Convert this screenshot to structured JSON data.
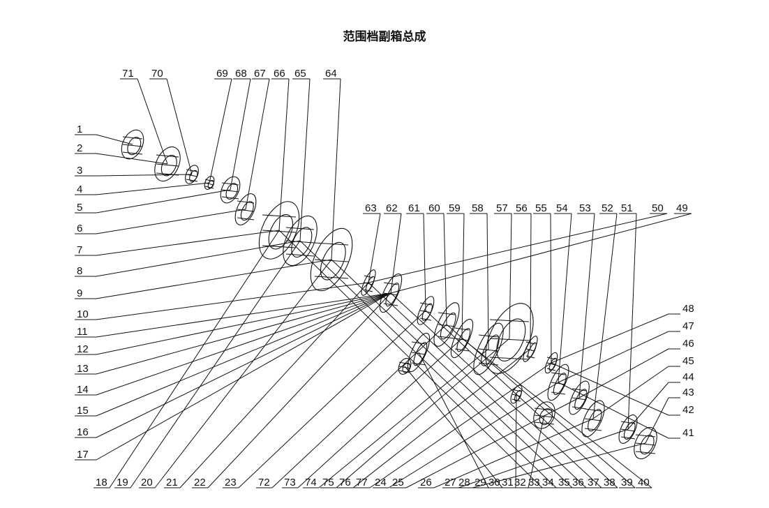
{
  "title": "范围档副箱总成",
  "labels": {
    "top_left": [
      "71",
      "70",
      "69",
      "68",
      "67",
      "66",
      "65",
      "64"
    ],
    "left": [
      "1",
      "2",
      "3",
      "4",
      "5",
      "6",
      "7",
      "8",
      "9",
      "10",
      "11",
      "12",
      "13",
      "14",
      "15",
      "16",
      "17"
    ],
    "bottom": [
      "18",
      "19",
      "20",
      "21",
      "22",
      "23",
      "72",
      "73",
      "74",
      "75",
      "76",
      "77",
      "24",
      "25",
      "26",
      "27",
      "28",
      "29",
      "30",
      "31",
      "32",
      "33",
      "34",
      "35",
      "36",
      "37",
      "38",
      "39",
      "40"
    ],
    "right": [
      "48",
      "47",
      "46",
      "45",
      "44",
      "43",
      "42",
      "41"
    ],
    "top_middle": [
      "63",
      "62",
      "61",
      "60",
      "59",
      "58",
      "57",
      "56",
      "55",
      "54",
      "53",
      "52",
      "51",
      "50",
      "49"
    ]
  },
  "colors": {
    "line": "#111111",
    "background": "#ffffff"
  }
}
